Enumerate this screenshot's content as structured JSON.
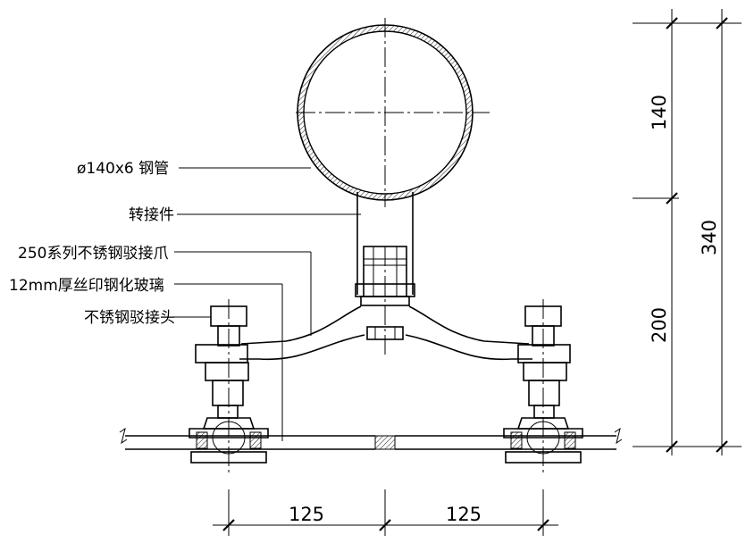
{
  "labels": {
    "steel_pipe": "ø140x6 钢管",
    "adapter": "转接件",
    "claw": "250系列不锈钢驳接爪",
    "glass": "12mm厚丝印钢化玻璃",
    "connector_head": "不锈钢驳接头"
  },
  "dimensions": {
    "upper_height": "140",
    "lower_height": "200",
    "total_height": "340",
    "left_span": "125",
    "right_span": "125"
  }
}
